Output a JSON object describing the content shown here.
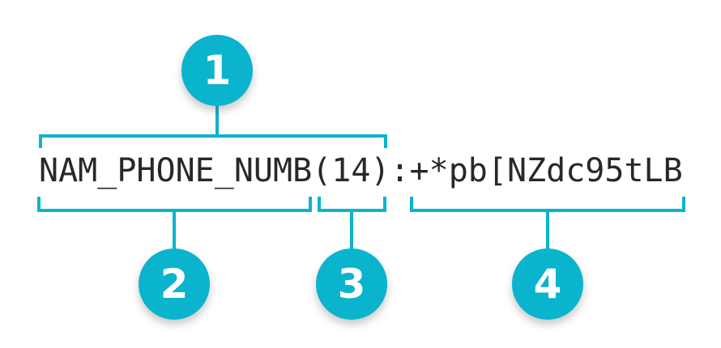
{
  "annotation": {
    "full_text": "NAM_PHONE_NUMB(14):+*pb[NZdc95tLB",
    "callouts": [
      {
        "number": "1",
        "spans_text": "NAM_PHONE_NUMB(14)",
        "position": "above"
      },
      {
        "number": "2",
        "spans_text": "NAM_PHONE_NUMB",
        "position": "below"
      },
      {
        "number": "3",
        "spans_text": "(14)",
        "position": "below"
      },
      {
        "number": "4",
        "spans_text": "+*pb[NZdc95tLB",
        "position": "below"
      }
    ],
    "colors": {
      "accent": "#0ab4cc",
      "text": "#26282a",
      "background": "#ffffff"
    }
  }
}
